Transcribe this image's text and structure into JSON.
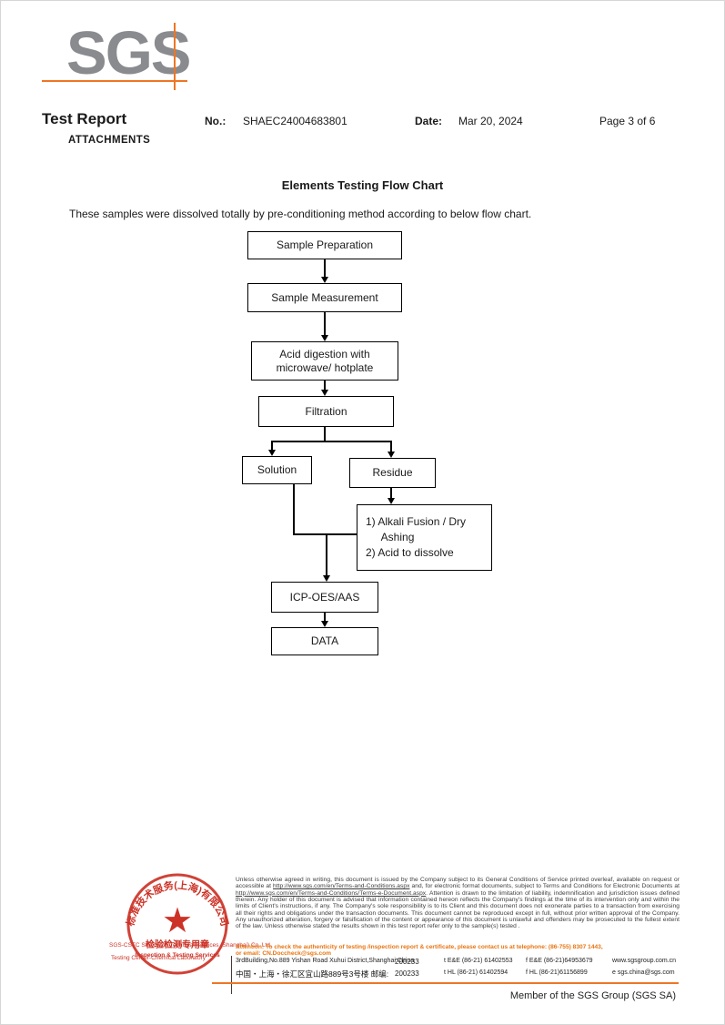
{
  "logo": {
    "text": "SGS"
  },
  "header": {
    "title": "Test Report",
    "subtitle": "ATTACHMENTS",
    "no_label": "No.:",
    "no_value": "SHAEC24004683801",
    "date_label": "Date:",
    "date_value": "Mar 20, 2024",
    "page_label": "Page 3 of 6"
  },
  "body": {
    "chart_title": "Elements Testing Flow Chart",
    "intro": "These samples were dissolved totally by pre-conditioning method according to below flow chart."
  },
  "flowchart": {
    "nodes": {
      "prep": "Sample Preparation",
      "meas": "Sample Measurement",
      "acid": "Acid digestion with\nmicrowave/ hotplate",
      "filtration": "Filtration",
      "solution": "Solution",
      "residue": "Residue",
      "alkali": "1) Alkali Fusion / Dry\n     Ashing\n2) Acid to dissolve",
      "icp": "ICP-OES/AAS",
      "data": "DATA"
    }
  },
  "footer": {
    "stamp": {
      "ring_text": "标准技术服务(上海)有限公司",
      "star": "★",
      "line1": "检验检测专用章",
      "line2": "Inspection & Testing Services"
    },
    "company_red_line1": "SGS-CSTC Standards Technical Services (Shanghai) Co.,Ltd.",
    "company_red_line2": "Testing Center-Chemical Laboratory",
    "legal": {
      "part1": "Unless otherwise agreed in writing, this document is issued by the Company subject to its General Conditions of Service printed overleaf, available on request or accessible at ",
      "link1": "http://www.sgs.com/en/Terms-and-Conditions.aspx",
      "part2": " and, for electronic format documents, subject to Terms and Conditions for Electronic Documents at ",
      "link2": "http://www.sgs.com/en/Terms-and-Conditions/Terms-e-Document.aspx",
      "part3": ". Attention is drawn to the limitation of liability, indemnification and jurisdiction issues defined therein. Any holder of this document is advised that information contained hereon reflects the Company's findings at the time of its intervention only and within the limits of Client's instructions, if any. The Company's sole responsibility is to its Client and this document does not exonerate parties to a transaction from exercising all their rights and obligations under the transaction documents. This document cannot be reproduced except in full, without prior written approval of the Company. Any unauthorized alteration, forgery or falsification of the content or appearance of this document is unlawful and offenders may be prosecuted to the fullest extent of the law. Unless otherwise stated the results shown in this test report refer only to the sample(s) tested ."
    },
    "attention": {
      "line1": "Attention: To check the authenticity of testing /inspection report & certificate, please contact us at telephone: (86-755) 8307 1443,",
      "line2_prefix": "or email: ",
      "email": "CN.Doccheck@sgs.com"
    },
    "address": {
      "row1": {
        "addr": "3rdBuilding,No.889 Yishan Road Xuhui District,Shanghai China",
        "zip": "200233",
        "tel": "t E&E (86-21) 61402553",
        "fax": "f E&E (86-21)64953679",
        "web": "www.sgsgroup.com.cn"
      },
      "row2": {
        "addr": "中国・上海・徐汇区宜山路889号3号楼  邮编:",
        "zip": "200233",
        "tel": "t HL (86-21) 61402594",
        "fax": "f HL (86-21)61156899",
        "web": "e sgs.china@sgs.com"
      }
    },
    "member": "Member of the SGS Group (SGS SA)"
  },
  "colors": {
    "orange": "#ee7623",
    "stamp_red": "#cc3226",
    "logo_gray": "#8a8b8e"
  }
}
